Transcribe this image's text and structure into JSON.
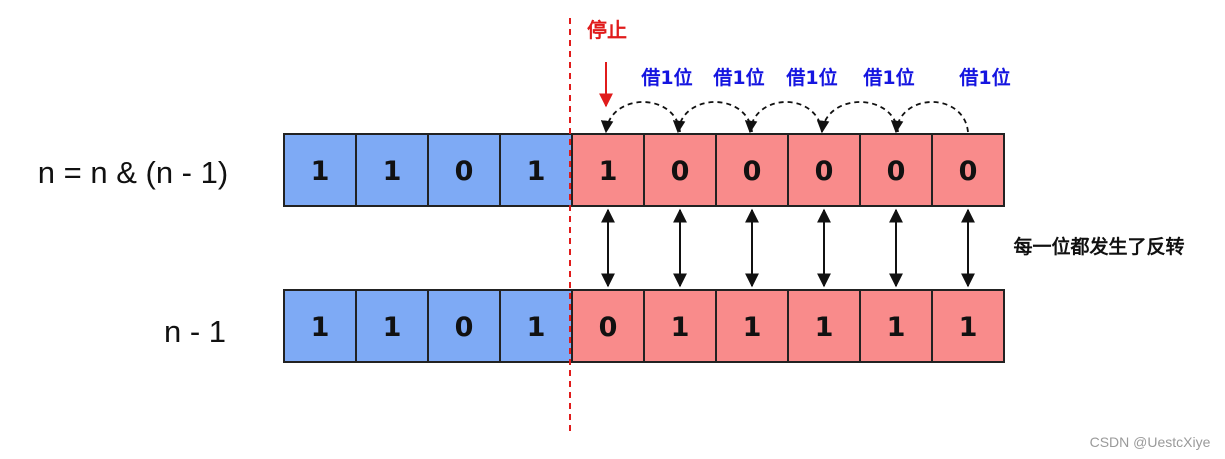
{
  "rows": [
    {
      "label": "n = n & (n - 1)",
      "bits": [
        "1",
        "1",
        "0",
        "1",
        "1",
        "0",
        "0",
        "0",
        "0",
        "0"
      ]
    },
    {
      "label": "n - 1",
      "bits": [
        "1",
        "1",
        "0",
        "1",
        "0",
        "1",
        "1",
        "1",
        "1",
        "1"
      ]
    }
  ],
  "stop_label": "停止",
  "borrow_labels": [
    "借1位",
    "借1位",
    "借1位",
    "借1位",
    "借1位"
  ],
  "flip_label": "每一位都发生了反转",
  "watermark": "CSDN @UestcXiye",
  "colors": {
    "unchanged_cell": "#7eaaf5",
    "changed_cell": "#f98b8b",
    "cell_border": "#222222",
    "stop_marker": "#e01b1b",
    "borrow_text": "#1515e0"
  }
}
